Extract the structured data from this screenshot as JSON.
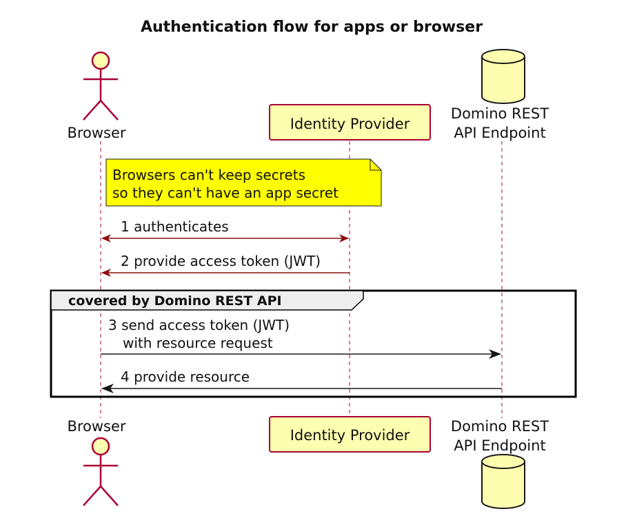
{
  "diagram": {
    "title": "Authentication flow for apps or browser",
    "participants": [
      {
        "id": "browser",
        "kind": "actor",
        "label_lines": [
          "Browser"
        ]
      },
      {
        "id": "idp",
        "kind": "participant",
        "label_lines": [
          "Identity Provider"
        ]
      },
      {
        "id": "api",
        "kind": "database",
        "label_lines": [
          "Domino REST",
          "API Endpoint"
        ]
      }
    ],
    "note": {
      "lines": [
        "Browsers can't keep secrets",
        "so they can't have an app secret"
      ]
    },
    "messages": [
      {
        "lines": [
          "1 authenticates"
        ],
        "from": "browser",
        "to": "idp",
        "bidirectional": true
      },
      {
        "lines": [
          "2 provide access token (JWT)"
        ],
        "from": "idp",
        "to": "browser",
        "bidirectional": false
      },
      {
        "lines": [
          "3 send access token (JWT)",
          "with resource request"
        ],
        "from": "browser",
        "to": "api",
        "bidirectional": false
      },
      {
        "lines": [
          "4 provide resource"
        ],
        "from": "api",
        "to": "browser",
        "bidirectional": false
      }
    ],
    "group": {
      "label": "covered by Domino REST API"
    },
    "colors": {
      "lifeline": "#a80036",
      "participant_fill": "#fefeb0",
      "participant_border": "#a80036",
      "note_fill": "#ffff00",
      "arrow_red": "#a80036",
      "arrow_black": "#181818"
    }
  }
}
